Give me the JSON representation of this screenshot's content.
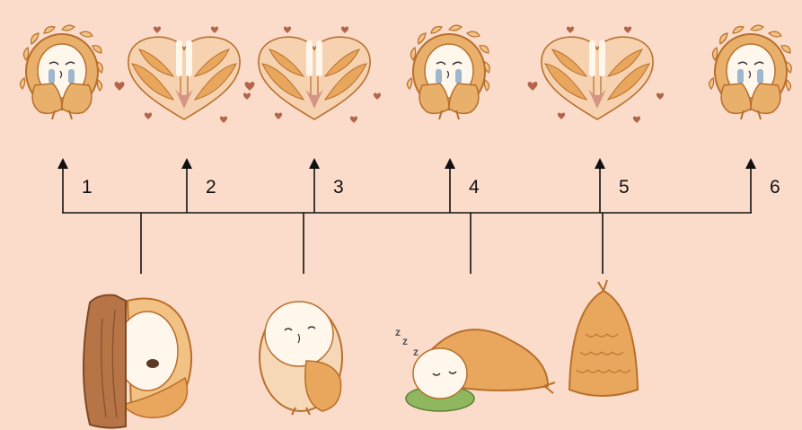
{
  "outcomes": [
    {
      "label": "1",
      "image": "crying-owl-icon"
    },
    {
      "label": "2",
      "image": "heart-hug-owls-icon"
    },
    {
      "label": "3",
      "image": "heart-hug-owls-icon"
    },
    {
      "label": "4",
      "image": "crying-owl-icon"
    },
    {
      "label": "5",
      "image": "heart-hug-owls-icon"
    },
    {
      "label": "6",
      "image": "crying-owl-icon"
    }
  ],
  "sources": [
    {
      "image": "owl-peeking-behind-tree-icon"
    },
    {
      "image": "curious-owl-icon"
    },
    {
      "image": "sleeping-owl-on-pillow-icon"
    },
    {
      "image": "owl-hiding-in-wings-icon"
    }
  ],
  "colors": {
    "background": "#FBDCCB",
    "line": "#111111",
    "feather": "#E4A45C",
    "feather_dark": "#B86F2C",
    "face": "#FFF6EC",
    "tear": "#9EB7CF",
    "heart": "#B3654A",
    "tree": "#B77447",
    "pillow": "#8FB85E"
  }
}
